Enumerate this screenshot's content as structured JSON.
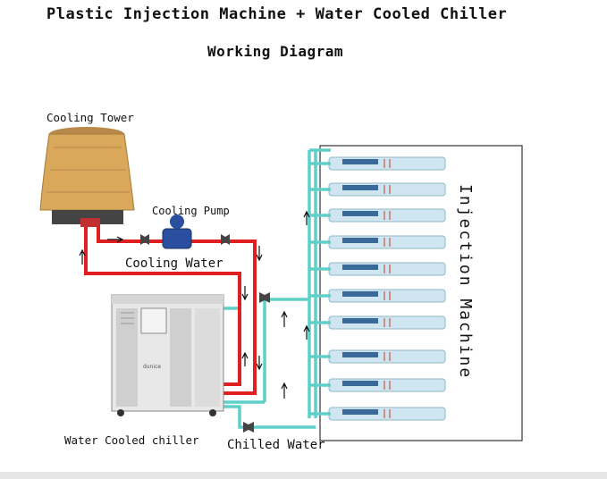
{
  "title_line1": "Plastic Injection Machine + Water Cooled Chiller",
  "title_line2": "Working Diagram",
  "labels": {
    "cooling_tower": "Cooling Tower",
    "cooling_pump": "Cooling Pump",
    "cooling_water": "Cooling Water",
    "water_cooled_chiller": "Water Cooled chiller",
    "chilled_water": "Chilled Water",
    "injection_machine": "Injection Machine"
  },
  "chiller_brand": "dunice",
  "colors": {
    "cooling_pipe": "#e02020",
    "chilled_pipe": "#5fd0c8",
    "tower_body": "#d9a85a",
    "chiller_body": "#e8e8e8",
    "machine_bar": "#cfe6f0"
  }
}
